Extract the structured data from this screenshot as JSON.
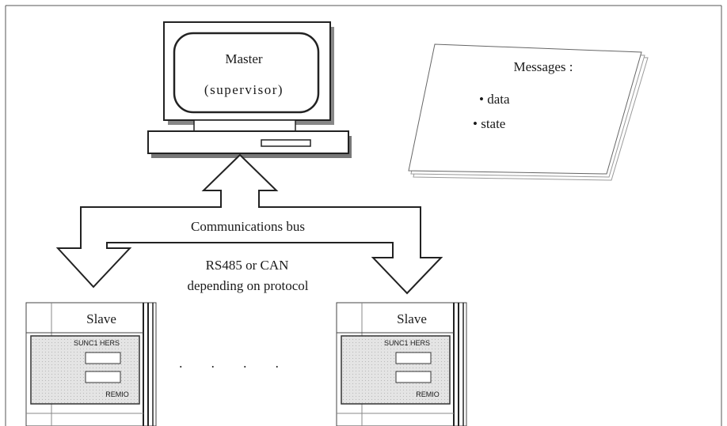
{
  "master": {
    "title": "Master",
    "subtitle": "(supervisor)"
  },
  "messages": {
    "title": "Messages :",
    "items": [
      "• data",
      "• state"
    ]
  },
  "bus": {
    "label": "Communications bus",
    "note_line1": "RS485 or CAN",
    "note_line2": "depending on protocol"
  },
  "slaves": [
    {
      "label": "Slave",
      "model": "SUNC1 HERS",
      "brand": "REMIO"
    },
    {
      "label": "Slave",
      "model": "SUNC1 HERS",
      "brand": "REMIO"
    }
  ],
  "ellipsis": ". . . ."
}
